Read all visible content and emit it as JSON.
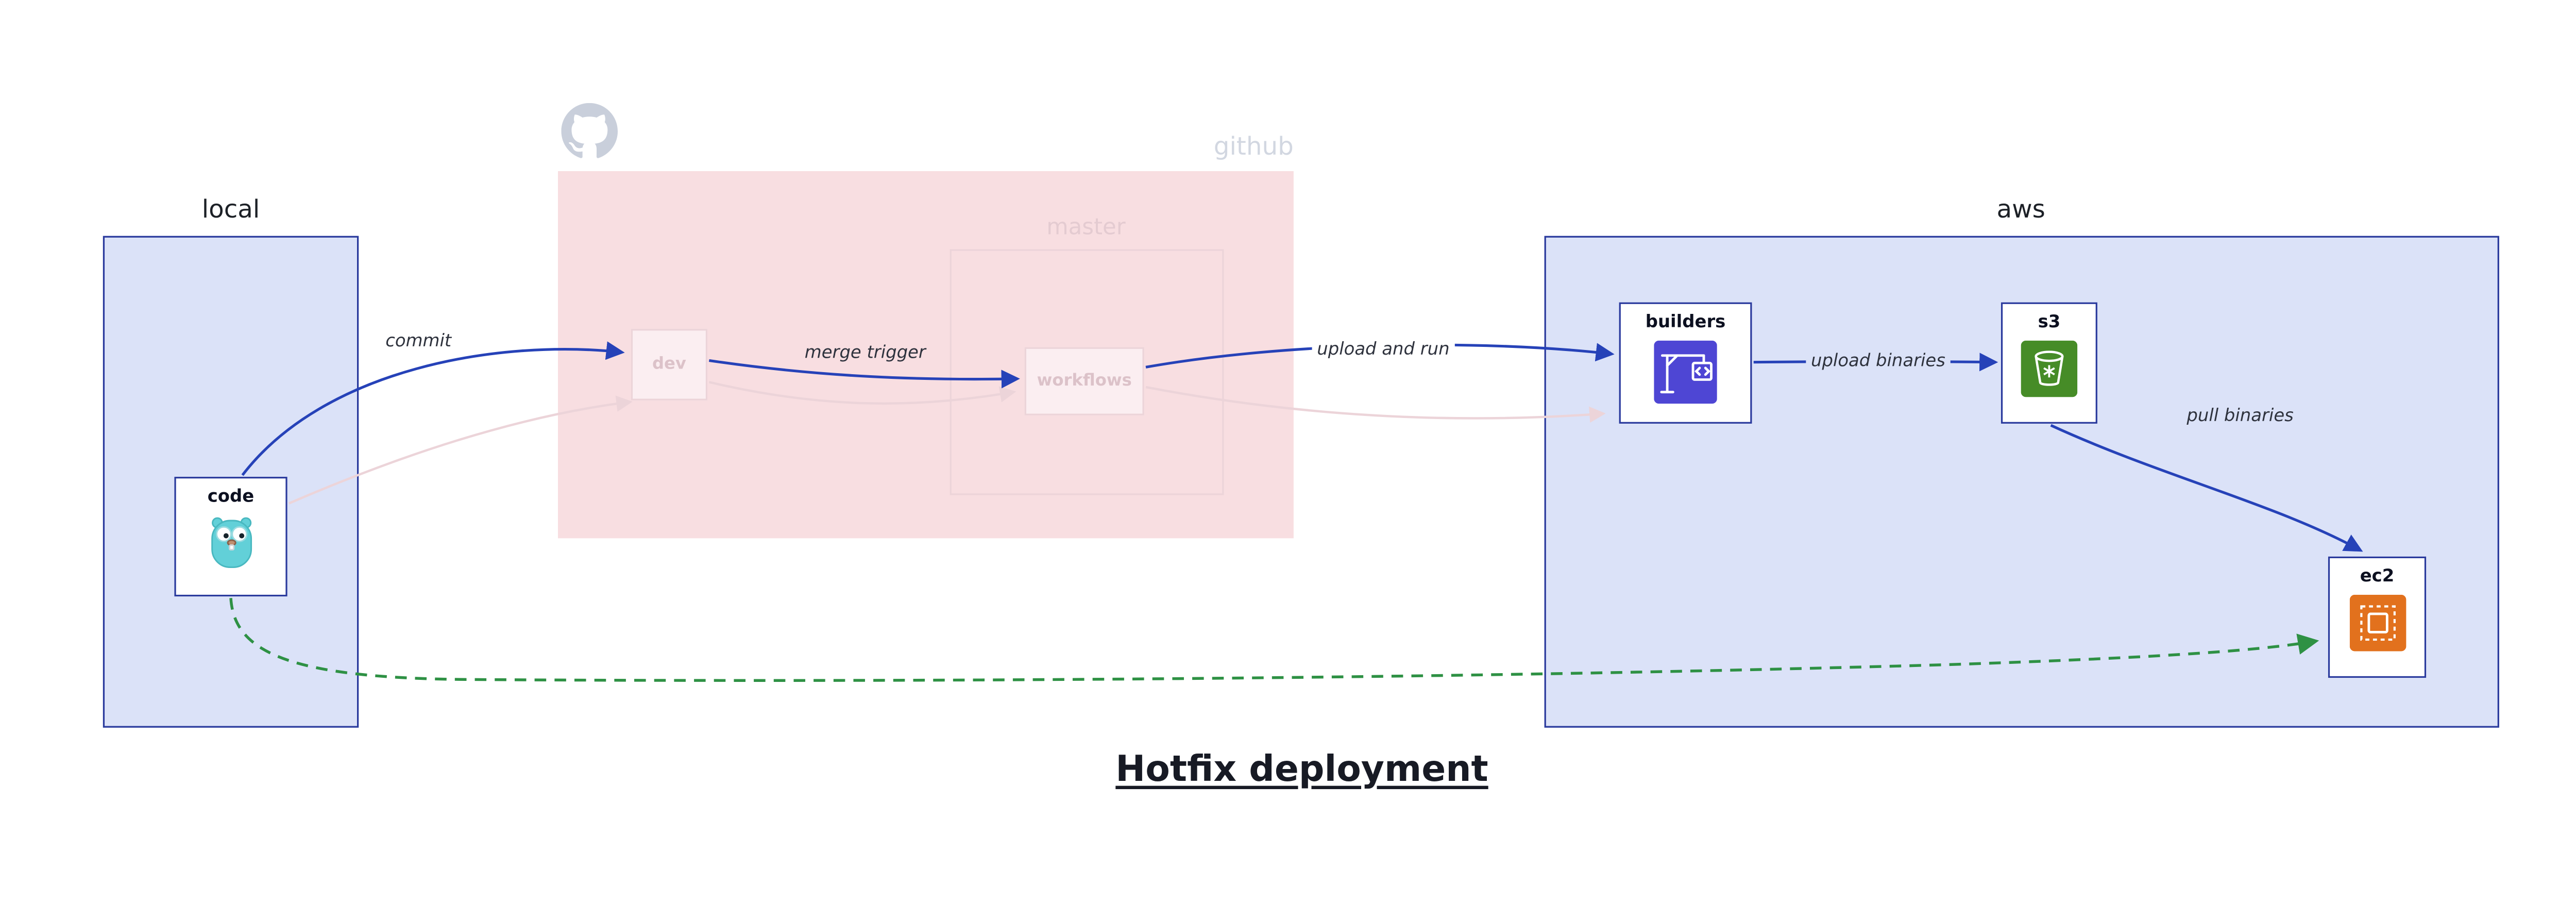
{
  "diagram": {
    "title": "Hotfix deployment",
    "containers": {
      "local": {
        "label": "local"
      },
      "github": {
        "label": "github"
      },
      "master": {
        "label": "master"
      },
      "aws": {
        "label": "aws"
      }
    },
    "nodes": {
      "code": {
        "label": "code",
        "icon": "go-gopher-icon"
      },
      "dev": {
        "label": "dev"
      },
      "workflows": {
        "label": "workflows"
      },
      "builders": {
        "label": "builders",
        "icon": "aws-codebuild-icon"
      },
      "s3": {
        "label": "s3",
        "icon": "aws-s3-bucket-icon"
      },
      "ec2": {
        "label": "ec2",
        "icon": "aws-ec2-chip-icon"
      }
    },
    "edges": [
      {
        "label": "commit",
        "from": "code",
        "to": "dev",
        "style": "solid-blue"
      },
      {
        "label": "merge trigger",
        "from": "dev",
        "to": "workflows",
        "style": "solid-blue"
      },
      {
        "label": "upload and run",
        "from": "workflows",
        "to": "builders",
        "style": "solid-blue"
      },
      {
        "label": "upload binaries",
        "from": "builders",
        "to": "s3",
        "style": "solid-blue"
      },
      {
        "label": "pull binaries",
        "from": "s3",
        "to": "ec2",
        "style": "solid-blue"
      },
      {
        "label": "",
        "from": "code",
        "to": "dev",
        "style": "faded"
      },
      {
        "label": "",
        "from": "dev",
        "to": "workflows",
        "style": "faded"
      },
      {
        "label": "",
        "from": "workflows",
        "to": "builders",
        "style": "faded"
      },
      {
        "label": "",
        "from": "code",
        "to": "ec2",
        "style": "dashed-green"
      }
    ],
    "colors": {
      "container_fill_blue": "#dbe2f8",
      "container_border_blue": "#2a3a9d",
      "github_fill": "#f8dee1",
      "faded_stroke": "#ecd4d9",
      "faded_text": "#dcc2c9",
      "edge_blue": "#2642b8",
      "edge_green": "#2e9144",
      "codebuild_purple": "#4e46d4",
      "s3_green": "#468c27",
      "ec2_orange": "#e2711d",
      "gopher_teal": "#62d0d8",
      "title_color": "#171a24",
      "github_gray": "#c9cfdb"
    }
  }
}
